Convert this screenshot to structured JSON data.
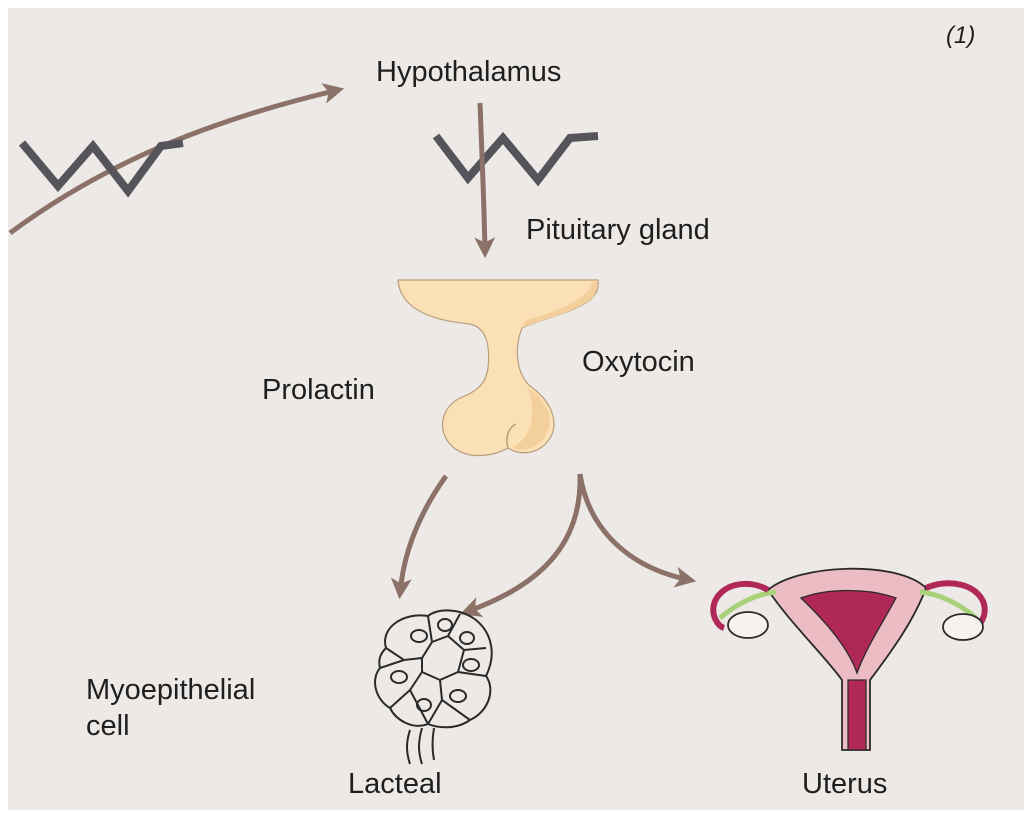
{
  "figure": {
    "number": "(1)"
  },
  "labels": {
    "hypothalamus": "Hypothalamus",
    "pituitary": "Pituitary gland",
    "prolactin": "Prolactin",
    "oxytocin": "Oxytocin",
    "myoepithelial": [
      "Myoepithelial",
      "cell"
    ],
    "lacteal": "Lacteal",
    "uterus": "Uterus"
  },
  "colors": {
    "background": "#ede9e6",
    "arrow": "#8b7168",
    "zigzag": "#55545a",
    "gland_fill": "#fbdfb5",
    "gland_shade": "#f3cf9c",
    "uterus_pink": "#ebbcc4",
    "uterus_crimson": "#b02857",
    "fallopian_green": "#a8d17a"
  },
  "icons": [
    "nerve-impulse-zigzag-icon",
    "pituitary-gland-icon",
    "lacteal-cell-cluster-icon",
    "uterus-icon"
  ]
}
